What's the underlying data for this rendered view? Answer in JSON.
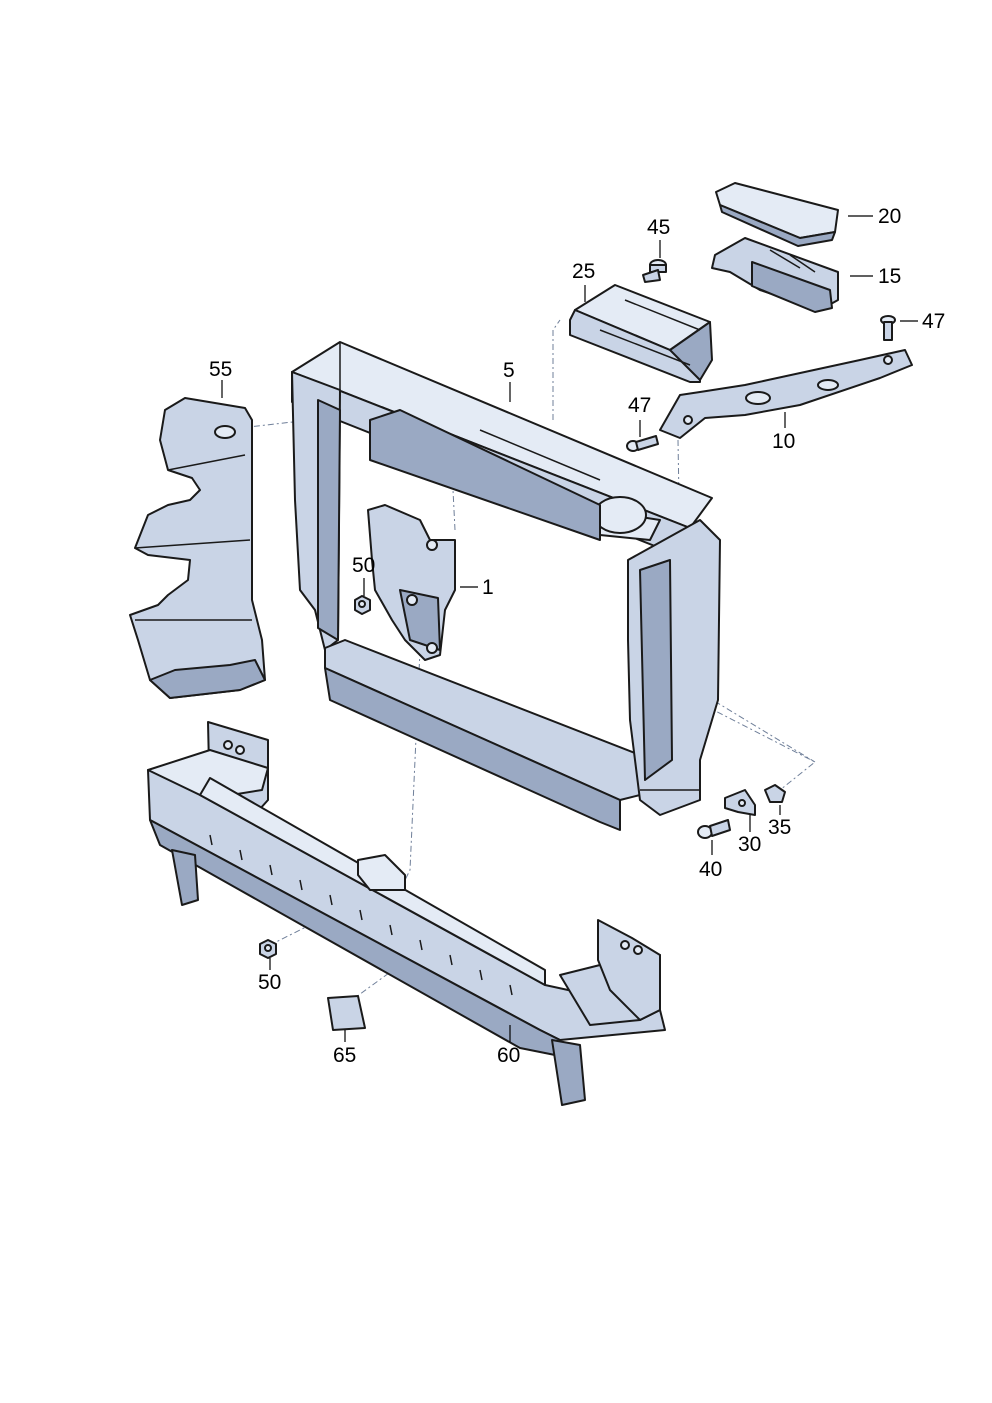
{
  "callouts": {
    "p1": "1",
    "p5": "5",
    "p10": "10",
    "p15": "15",
    "p20": "20",
    "p25": "25",
    "p30": "30",
    "p35": "35",
    "p40": "40",
    "p45": "45",
    "p47a": "47",
    "p47b": "47",
    "p50a": "50",
    "p50b": "50",
    "p55": "55",
    "p60": "60",
    "p65": "65"
  },
  "colors": {
    "part_fill": "#c9d4e6",
    "part_shadow": "#9aa9c3",
    "part_highlight": "#e4ebf5",
    "outline": "#1a1a1a"
  }
}
